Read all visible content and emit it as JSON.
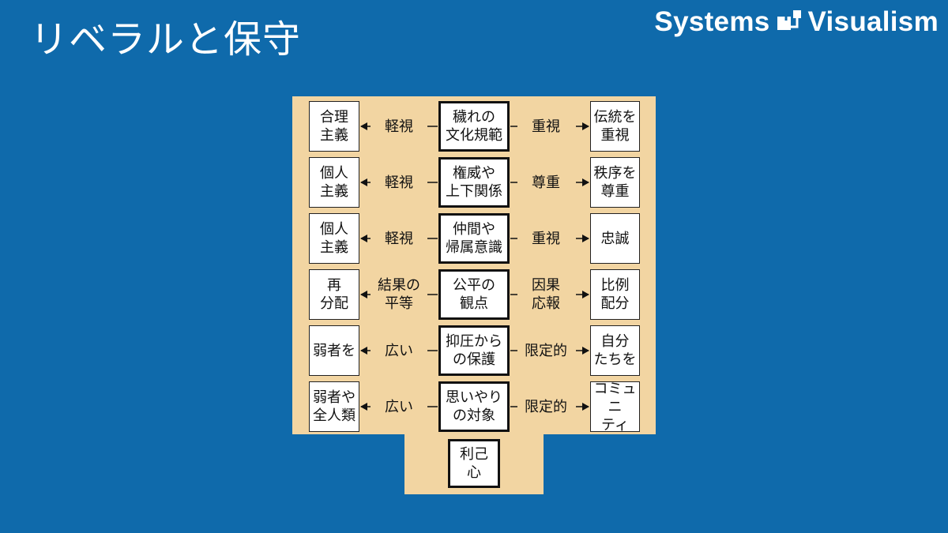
{
  "title": "リベラルと保守",
  "brand": {
    "text_left": "Systems",
    "text_right": "Visualism",
    "logo_icon": "systems-visualism-logo-icon"
  },
  "colors": {
    "background": "#0f6aab",
    "panel": "#f2d5a2",
    "box": "#ffffff",
    "border": "#111111"
  },
  "rows": [
    {
      "left": "合理\n主義",
      "left_label": "軽視",
      "center": "穢れの\n文化規範",
      "right_label": "重視",
      "right": "伝統を\n重視"
    },
    {
      "left": "個人\n主義",
      "left_label": "軽視",
      "center": "権威や\n上下関係",
      "right_label": "尊重",
      "right": "秩序を\n尊重"
    },
    {
      "left": "個人\n主義",
      "left_label": "軽視",
      "center": "仲間や\n帰属意識",
      "right_label": "重視",
      "right": "忠誠"
    },
    {
      "left": "再\n分配",
      "left_label": "結果の\n平等",
      "center": "公平の\n観点",
      "right_label": "因果\n応報",
      "right": "比例\n配分"
    },
    {
      "left": "弱者を",
      "left_label": "広い",
      "center": "抑圧から\nの保護",
      "right_label": "限定的",
      "right": "自分\nたちを"
    },
    {
      "left": "弱者や\n全人類",
      "left_label": "広い",
      "center": "思いやり\nの対象",
      "right_label": "限定的",
      "right": "コミュニ\nティ"
    }
  ],
  "bottom": "利己\n心"
}
